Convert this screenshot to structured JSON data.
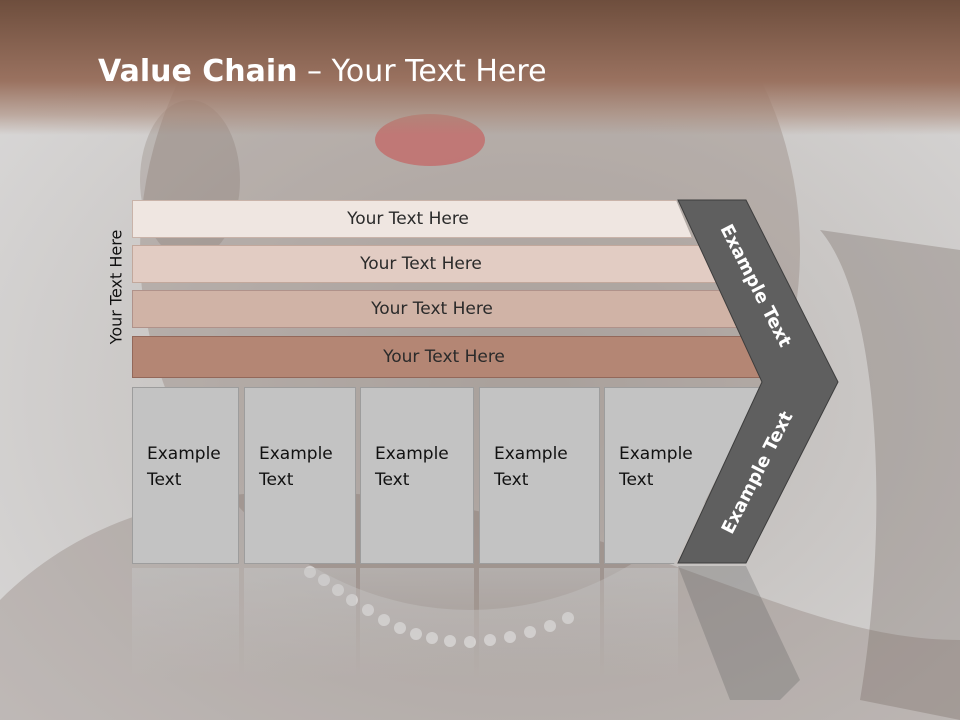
{
  "title": {
    "bold": "Value Chain",
    "rest": " – Your Text Here"
  },
  "side_label": "Your Text Here",
  "bars": [
    "Your Text Here",
    "Your Text Here",
    "Your Text Here",
    "Your Text Here"
  ],
  "boxes": [
    {
      "line1": "Example",
      "line2": "Text"
    },
    {
      "line1": "Example",
      "line2": "Text"
    },
    {
      "line1": "Example",
      "line2": "Text"
    },
    {
      "line1": "Example",
      "line2": "Text"
    },
    {
      "line1": "Example",
      "line2": "Text"
    }
  ],
  "chevron": {
    "upper": "Example Text",
    "lower": "Example Text"
  },
  "colors": {
    "title_bar": "#8a6452",
    "bar1": "#efe6e1",
    "bar2": "#e2ccc3",
    "bar3": "#d0b3a6",
    "bar4": "#b48674",
    "box": "#c3c3c3",
    "chevron": "#5f5f5f"
  }
}
